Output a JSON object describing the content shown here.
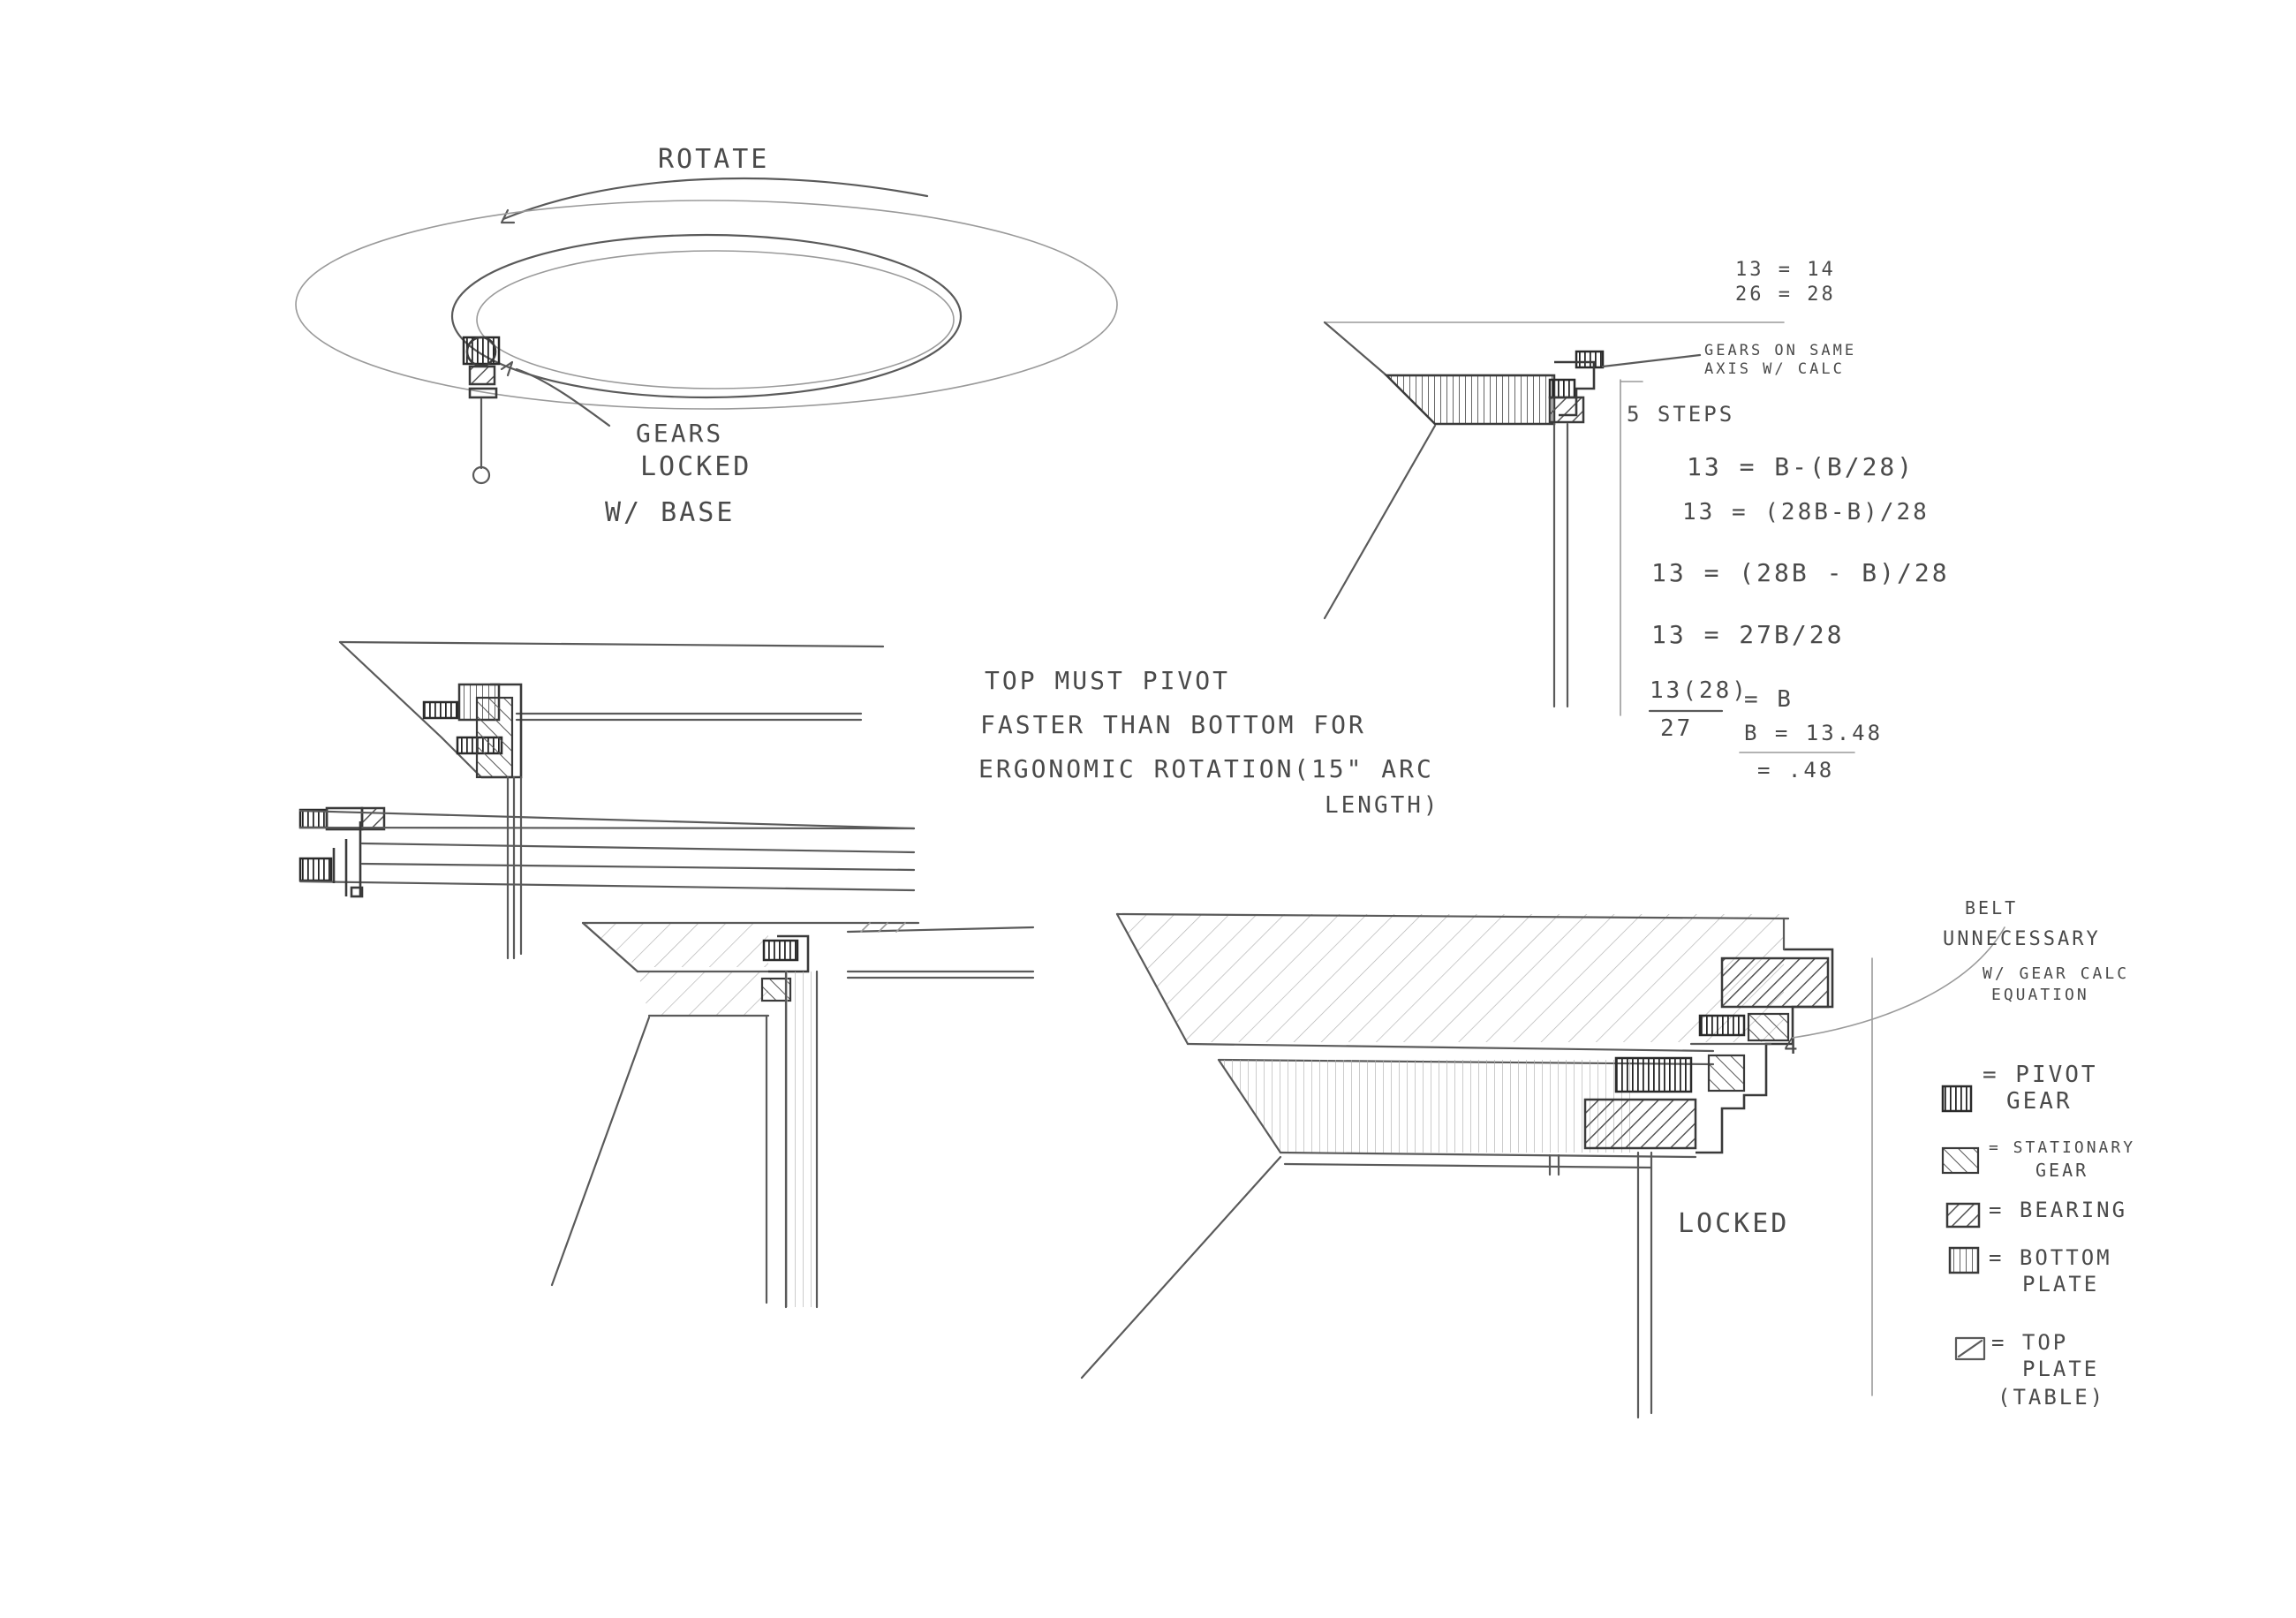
{
  "sketch_1": {
    "rotate_label": "ROTATE",
    "gears_locked_label_1": "GEARS",
    "gears_locked_label_2": "LOCKED",
    "gears_locked_label_3": "W/ BASE"
  },
  "sketch_2": {
    "ratio_line_1": "13 = 14",
    "ratio_line_2": "26 = 28",
    "gears_note_line_1": "GEARS ON SAME",
    "gears_note_line_2": "AXIS W/ CALC",
    "steps_label": "5 STEPS",
    "calc_lines": [
      "13 = B-(B/28)",
      "13 = (28B-B)/28",
      "13 = (28B - B)/28",
      "13 = 27B/28",
      "13(28)",
      "= B",
      "27",
      "B = 13.48",
      "= .48"
    ]
  },
  "note": {
    "line_1": "TOP MUST PIVOT",
    "line_2": "FASTER THAN BOTTOM FOR",
    "line_3": "ERGONOMIC ROTATION",
    "line_4": "(15\" ARC",
    "line_5": "LENGTH)"
  },
  "sketch_4": {
    "belt_note_line_1": "BELT",
    "belt_note_line_2": "UNNECESSARY",
    "belt_note_line_3": "W/ GEAR CALC",
    "belt_note_line_4": "EQUATION",
    "number_label": "4",
    "locked_label": "LOCKED"
  },
  "legend": {
    "items": [
      {
        "line_1": "= PIVOT",
        "line_2": "GEAR"
      },
      {
        "line_1": "= STATIONARY",
        "line_2": "GEAR"
      },
      {
        "line_1": "= BEARING",
        "line_2": ""
      },
      {
        "line_1": "= BOTTOM",
        "line_2": "PLATE"
      },
      {
        "line_1": "= TOP",
        "line_2": "PLATE",
        "line_3": "(TABLE)"
      }
    ]
  },
  "colors": {
    "paper": "#ffffff",
    "pencil": "#5a5a5a",
    "pencil_dark": "#3a3a3a",
    "pencil_light": "#9a9a9a"
  }
}
